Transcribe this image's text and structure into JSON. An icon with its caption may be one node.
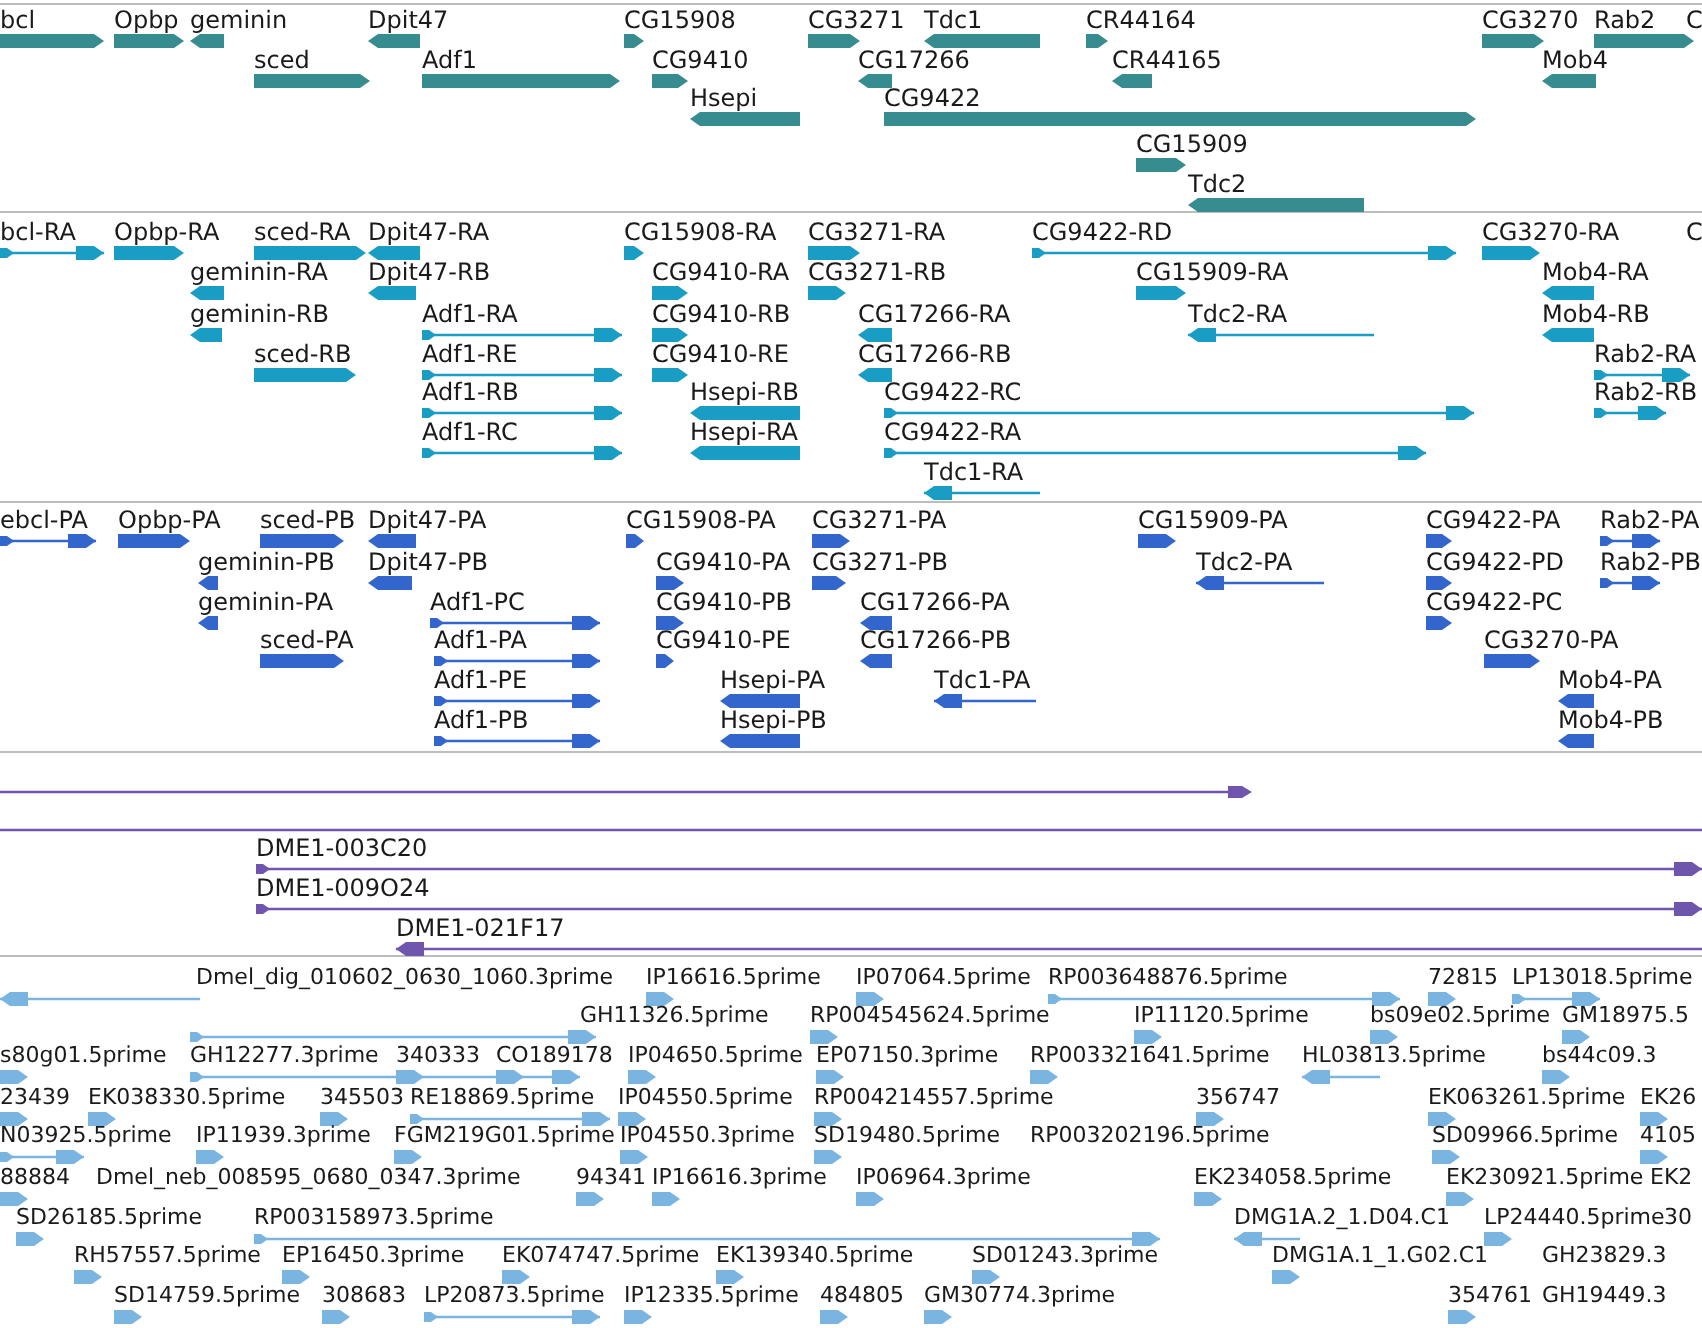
{
  "diagram": {
    "labels": [
      "bcl",
      "Opbp",
      "geminin",
      "Dpit47",
      "CG15908",
      "CG3271",
      "Tdc1",
      "CR44164",
      "CG3270",
      "Rab2",
      "C",
      "sced",
      "Adf1",
      "CG9410",
      "CG17266",
      "CR44165",
      "Mob4",
      "Hsepi",
      "CG9422",
      "CG15909",
      "Tdc2",
      "bcl-RA",
      "Opbp-RA",
      "sced-RA",
      "Dpit47-RA",
      "CG15908-RA",
      "CG3271-RA",
      "CG9422-RD",
      "CG3270-RA",
      "C",
      "geminin-RA",
      "Dpit47-RB",
      "CG9410-RA",
      "CG3271-RB",
      "CG15909-RA",
      "Mob4-RA",
      "geminin-RB",
      "Adf1-RA",
      "CG9410-RB",
      "CG17266-RA",
      "Tdc2-RA",
      "Mob4-RB",
      "sced-RB",
      "Adf1-RE",
      "CG9410-RE",
      "CG17266-RB",
      "Rab2-RA",
      "Adf1-RB",
      "Hsepi-RB",
      "CG9422-RC",
      "Rab2-RB",
      "Adf1-RC",
      "Hsepi-RA",
      "CG9422-RA",
      "Tdc1-RA",
      "ebcl-PA",
      "Opbp-PA",
      "sced-PB",
      "Dpit47-PA",
      "CG15908-PA",
      "CG3271-PA",
      "CG15909-PA",
      "CG9422-PA",
      "Rab2-PA",
      "geminin-PB",
      "Dpit47-PB",
      "CG9410-PA",
      "CG3271-PB",
      "Tdc2-PA",
      "CG9422-PD",
      "Rab2-PB",
      "geminin-PA",
      "Adf1-PC",
      "CG9410-PB",
      "CG17266-PA",
      "CG9422-PC",
      "sced-PA",
      "Adf1-PA",
      "CG9410-PE",
      "CG17266-PB",
      "CG3270-PA",
      "Adf1-PE",
      "Hsepi-PA",
      "Tdc1-PA",
      "Mob4-PA",
      "Adf1-PB",
      "Hsepi-PB",
      "Mob4-PB",
      "DME1-003C20",
      "DME1-009O24",
      "DME1-021F17",
      "Dmel_dig_010602_0630_1060.3prime",
      "IP16616.5prime",
      "IP07064.5prime",
      "RP003648876.5prime",
      "72815",
      "LP13018.5prime",
      "GH11326.5prime",
      "RP004545624.5prime",
      "IP11120.5prime",
      "bs09e02.5prime",
      "GM18975.5",
      "s80g01.5prime",
      "GH12277.3prime",
      "340333",
      "CO189178",
      "IP04650.5prime",
      "EP07150.3prime",
      "RP003321641.5prime",
      "HL03813.5prime",
      "bs44c09.3",
      "23439",
      "EK038330.5prime",
      "345503",
      "RE18869.5prime",
      "IP04550.5prime",
      "RP004214557.5prime",
      "356747",
      "EK063261.5prime",
      "EK26",
      "N03925.5prime",
      "IP11939.3prime",
      "FGM219G01.5prime",
      "IP04550.3prime",
      "SD19480.5prime",
      "RP003202196.5prime",
      "SD09966.5prime",
      "4105",
      "88884",
      "Dmel_neb_008595_0680_0347.3prime",
      "94341",
      "IP16616.3prime",
      "IP06964.3prime",
      "EK234058.5prime",
      "EK230921.5prime",
      "EK2",
      "SD26185.5prime",
      "RP003158973.5prime",
      "DMG1A.2_1.D04.C1",
      "LP24440.5prime",
      "30",
      "RH57557.5prime",
      "EP16450.3prime",
      "EK074747.5prime",
      "EK139340.5prime",
      "SD01243.3prime",
      "DMG1A.1_1.G02.C1",
      "GH23829.3",
      "SD14759.5prime",
      "308683",
      "LP20873.5prime",
      "IP12335.5prime",
      "484805",
      "GM30774.3prime",
      "354761",
      "GH19449.3"
    ]
  }
}
